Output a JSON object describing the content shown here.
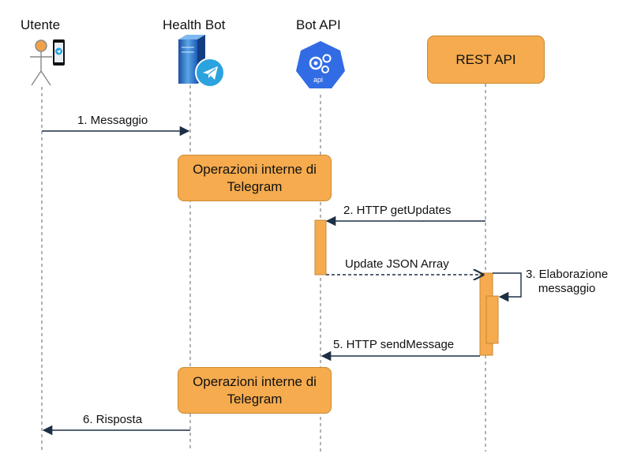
{
  "participants": {
    "user": "Utente",
    "health_bot": "Health Bot",
    "bot_api": "Bot API",
    "rest_api": "REST API"
  },
  "icons": {
    "user": "stick-figure-with-telegram-phone-icon",
    "health_bot": "server-with-telegram-icon",
    "bot_api": "api-gear-icon",
    "bot_api_badge": "api"
  },
  "notes": {
    "telegram_ops_1_line1": "Operazioni interne di",
    "telegram_ops_1_line2": "Telegram",
    "telegram_ops_2_line1": "Operazioni interne di",
    "telegram_ops_2_line2": "Telegram"
  },
  "messages": {
    "m1": "1. Messaggio",
    "m2": "2. HTTP getUpdates",
    "m_return": "Update JSON Array",
    "m3_line1": "3. Elaborazione",
    "m3_line2": "messaggio",
    "m5": "5. HTTP sendMessage",
    "m6": "6. Risposta"
  },
  "colors": {
    "activation": "#f5ab4e",
    "arrow": "#1d2f45",
    "lifeline": "#888888",
    "telegram": "#2aa3df",
    "api_blue": "#326ce5"
  }
}
